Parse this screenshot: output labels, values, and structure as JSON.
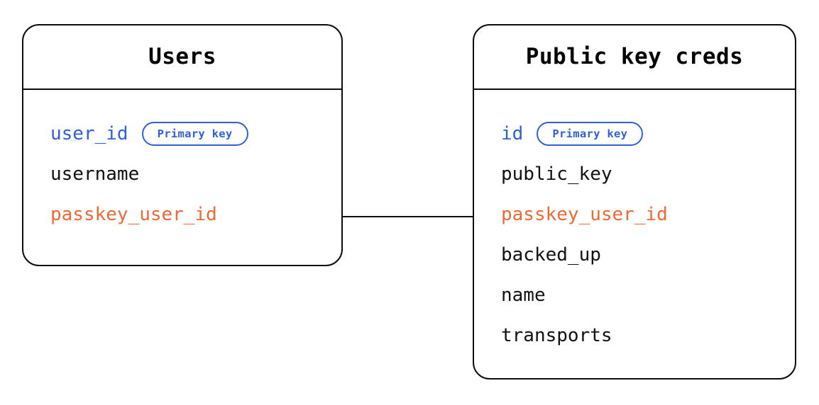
{
  "diagram": {
    "type": "entity-relationship-diagram",
    "background_color": "#ffffff",
    "colors": {
      "border": "#0d0d0d",
      "primary_key": "#3060d6",
      "foreign_key": "#ea6a38",
      "plain_text": "#111111",
      "badge_border": "#3060d6",
      "connector": "#0d0d0d"
    },
    "entities": [
      {
        "id": "users",
        "title": "Users",
        "fields": [
          {
            "name": "user_id",
            "role": "pk",
            "badge": "Primary key"
          },
          {
            "name": "username",
            "role": "plain",
            "badge": null
          },
          {
            "name": "passkey_user_id",
            "role": "fk",
            "badge": null
          }
        ]
      },
      {
        "id": "public-key-creds",
        "title": "Public key creds",
        "fields": [
          {
            "name": "id",
            "role": "pk",
            "badge": "Primary key"
          },
          {
            "name": "public_key",
            "role": "plain",
            "badge": null
          },
          {
            "name": "passkey_user_id",
            "role": "fk",
            "badge": null
          },
          {
            "name": "backed_up",
            "role": "plain",
            "badge": null
          },
          {
            "name": "name",
            "role": "plain",
            "badge": null
          },
          {
            "name": "transports",
            "role": "plain",
            "badge": null
          }
        ]
      }
    ],
    "relationships": [
      {
        "from_entity": "users",
        "from_field": "passkey_user_id",
        "to_entity": "public-key-creds",
        "to_field": "passkey_user_id",
        "style": "straight-line"
      }
    ]
  }
}
